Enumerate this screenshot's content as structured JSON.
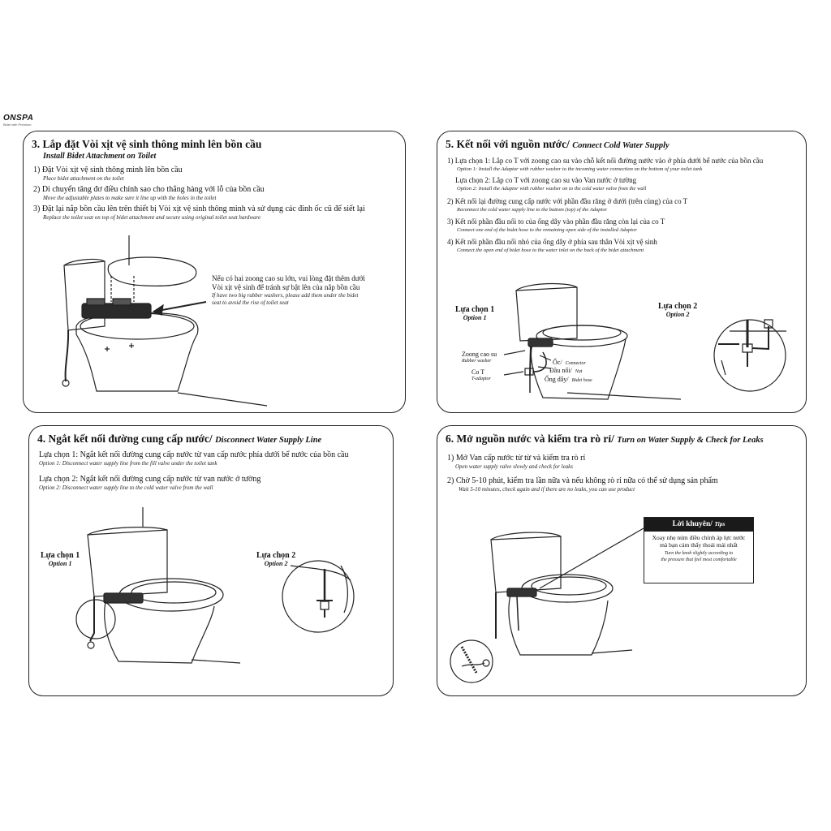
{
  "brand": {
    "name": "ONSPA",
    "tagline": "Bidet with Premium"
  },
  "panels": {
    "p3": {
      "title": "3. Lắp đặt Vòi xịt vệ sinh thông minh lên bồn cầu",
      "title_en": "Install Bidet Attachment on Toilet",
      "steps": [
        {
          "vi": "1) Đặt Vòi xịt vệ sinh thông minh lên bồn cầu",
          "en": "Place bidet attachment on the toilet"
        },
        {
          "vi": "2) Di chuyển tăng đơ điều chỉnh sao cho thẳng hàng với lỗ của bồn cầu",
          "en": "Move the adjustable plates to make sure it line up with the holes in the toilet"
        },
        {
          "vi": "3) Đặt lại nắp bồn cầu lên trên thiết bị Vòi xịt vệ sinh thông minh và sử dụng các đinh ốc cũ để siết lại",
          "en": "Replace the toilet seat on top of bidet attachment and secure using original toilet seat hardware"
        }
      ],
      "note_vi_1": "Nếu có hai zoong cao su lớn, vui lòng đặt thêm dưới",
      "note_vi_2": "Vòi xịt vệ sinh để tránh sự bật lên của nắp bồn cầu",
      "note_en_1": "If have two big rubber washers, please add them under the bidet",
      "note_en_2": "seat to avoid the rise of toilet seat"
    },
    "p5": {
      "title": "5. Kết nối với nguồn nước/",
      "title_en": "Connect Cold Water Supply",
      "steps": [
        {
          "vi": "1) Lựa chọn 1: Lắp co T với zoong cao su vào chỗ kết nối đường nước vào ở phía dưới bể nước của bồn cầu",
          "en": "Option 1: Install the Adaptor with rubber washer to the incoming water connection on the bottom of your toilet tank"
        },
        {
          "vi": "Lựa chọn 2: Lắp co T với zoong cao su vào Van nước ở tường",
          "en": "Option 2: Install the Adaptor with rubber washer on to the cold water valve from the wall"
        },
        {
          "vi": "2) Kết nối lại đường cung cấp nước với phần đầu răng ở dưới (trên cùng) của co T",
          "en": "Reconnect the cold water supply line to the buttom (top) of the Adaptor"
        },
        {
          "vi": "3) Kết nối phần đầu nối to của ống dây vào phần đầu răng còn lại của co T",
          "en": "Connect one end of the bidet hose to the remaining open side of the installed Adaptor"
        },
        {
          "vi": "4) Kết nối phần đầu nối nhỏ của ống dây ở phía sau thân Vòi xịt vệ sinh",
          "en": "Connect the open end of bidet hose to the water inlet on the back of the bidet attachment"
        }
      ],
      "opt1_vi": "Lựa chọn 1",
      "opt1_en": "Option 1",
      "opt2_vi": "Lựa chọn 2",
      "opt2_en": "Option 2",
      "lbl_washer_vi": "Zoong cao su",
      "lbl_washer_en": "Rubber washer",
      "lbl_tee_vi": "Co T",
      "lbl_tee_en": "T-adaptor",
      "lbl_conn_vi": "Ốc/",
      "lbl_conn_en": "Connector",
      "lbl_nut_vi": "Đầu nối/",
      "lbl_nut_en": "Nut",
      "lbl_hose_vi": "Ống dây/",
      "lbl_hose_en": "Bidet hose"
    },
    "p4": {
      "title": "4. Ngắt kết nối đường cung cấp nước/",
      "title_en": "Disconnect Water Supply Line",
      "steps": [
        {
          "vi": "Lựa chọn 1: Ngắt kết nối đường cung cấp nước từ van cấp nước phía dưới bể nước của bồn cầu",
          "en": "Option 1: Disconnect water supply line from the fill valve under the toilet tank"
        },
        {
          "vi": "Lựa chọn 2: Ngắt kết nối đường cung cấp nước từ van nước ở tường",
          "en": "Option 2: Disconnect water supply line to the cold water valve from the wall"
        }
      ],
      "opt1_vi": "Lựa chọn 1",
      "opt1_en": "Option 1",
      "opt2_vi": "Lựa chọn 2",
      "opt2_en": "Option 2"
    },
    "p6": {
      "title": "6. Mở nguồn nước và kiểm tra rò rỉ/",
      "title_en": "Turn on Water Supply & Check for Leaks",
      "steps": [
        {
          "vi": "1) Mở Van cấp nước từ từ và kiểm tra rò rỉ",
          "en": "Open water supply valve slowly and check for leaks"
        },
        {
          "vi": "2) Chờ 5-10 phút, kiểm tra lần nữa và nếu không rò rỉ nữa có thể sử dụng sản phẩm",
          "en": "Wait 5-10 minutes, check again and if there are no leaks, you can use product"
        }
      ],
      "tips_vi": "Lời khuyên/",
      "tips_en": "Tips",
      "tips_body_vi_1": "Xoay nhẹ núm điều chỉnh áp lực nước",
      "tips_body_vi_2": "mà bạn cảm thấy thoải mái nhất",
      "tips_body_en_1": "Turn the knob slightly according to",
      "tips_body_en_2": "the pressure that feel most comfortable"
    }
  }
}
